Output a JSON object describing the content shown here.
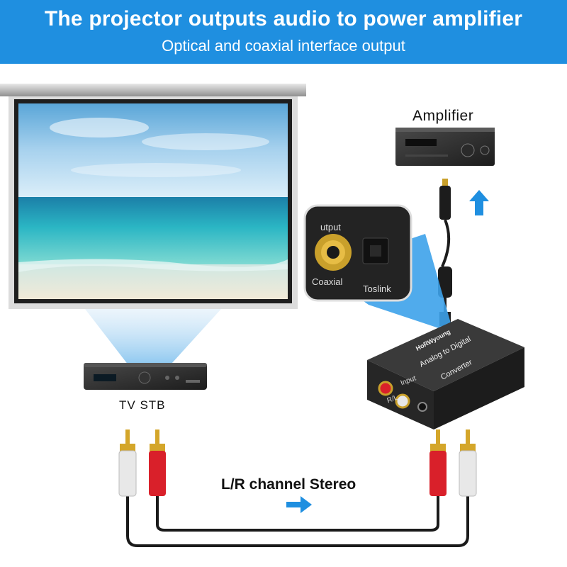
{
  "banner": {
    "title": "The projector outputs audio to power amplifier",
    "subtitle": "Optical and coaxial interface output"
  },
  "labels": {
    "amplifier": "Amplifier",
    "tv_stb": "TV STB",
    "lr_channel": "L/R channel Stereo",
    "coaxial": "Coaxial",
    "toslink": "Toslink",
    "output": "utput",
    "input": "Input",
    "rl": "R/L",
    "brand": "HoRWyoung",
    "converter_line1": "Analog to Digital",
    "converter_line2": "Converter"
  },
  "colors": {
    "banner": "#1f8fe0",
    "arrow": "#1f8fe0",
    "rca_red": "#d9202a",
    "rca_white": "#e8e8e8",
    "gold": "#d4a62a",
    "device": "#2b2b2b"
  },
  "icons": [
    "arrow-up-icon",
    "arrow-right-icon"
  ]
}
